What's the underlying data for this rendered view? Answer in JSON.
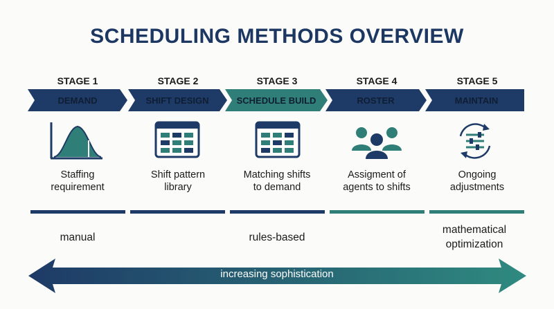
{
  "title": "SCHEDULING METHODS OVERVIEW",
  "colors": {
    "navy": "#1e3a66",
    "teal": "#2f7f78",
    "arrow_start": "#1e3a66",
    "arrow_end": "#2f8a80"
  },
  "stages": [
    {
      "label": "STAGE 1",
      "name": "DEMAND",
      "icon": "bell-curve-chart-icon",
      "description": [
        "Staffing",
        "requirement"
      ]
    },
    {
      "label": "STAGE 2",
      "name": "SHIFT DESIGN",
      "icon": "grid-calendar-icon",
      "description": [
        "Shift pattern",
        "library"
      ]
    },
    {
      "label": "STAGE 3",
      "name": "SCHEDULE BUILD",
      "icon": "grid-calendar-icon",
      "description": [
        "Matching shifts",
        "to demand"
      ]
    },
    {
      "label": "STAGE 4",
      "name": "ROSTER",
      "icon": "people-group-icon",
      "description": [
        "Assigment of",
        "agents to shifts"
      ]
    },
    {
      "label": "STAGE 5",
      "name": "MAINTAIN",
      "icon": "sliders-cycle-icon",
      "description": [
        "Ongoing",
        "adjustments"
      ]
    }
  ],
  "methods": {
    "manual": "manual",
    "rules": "rules-based",
    "math_line1": "mathematical",
    "math_line2": "optimization"
  },
  "arrow_label": "increasing sophistication"
}
